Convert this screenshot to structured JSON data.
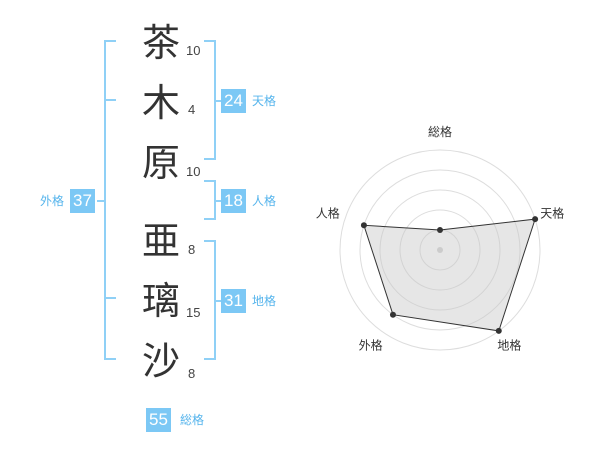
{
  "name": {
    "characters": [
      {
        "char": "茶",
        "strokes": "10"
      },
      {
        "char": "木",
        "strokes": "4"
      },
      {
        "char": "原",
        "strokes": "10"
      },
      {
        "char": "亜",
        "strokes": "8"
      },
      {
        "char": "璃",
        "strokes": "15"
      },
      {
        "char": "沙",
        "strokes": "8"
      }
    ]
  },
  "kaku": {
    "tenkaku": {
      "label": "天格",
      "value": "24"
    },
    "jinkaku": {
      "label": "人格",
      "value": "18"
    },
    "chikaku": {
      "label": "地格",
      "value": "31"
    },
    "gaikaku": {
      "label": "外格",
      "value": "37"
    },
    "soukaku": {
      "label": "総格",
      "value": "55"
    }
  },
  "colors": {
    "accent": "#7cc8f5",
    "accent_text": "#55b4ec",
    "bracket": "#8fd0f6"
  },
  "chart_data": {
    "type": "radar",
    "axes": [
      "総格",
      "天格",
      "地格",
      "外格",
      "人格"
    ],
    "values": [
      1,
      5,
      5,
      4,
      4
    ],
    "range": [
      0,
      5
    ],
    "grid": true
  }
}
